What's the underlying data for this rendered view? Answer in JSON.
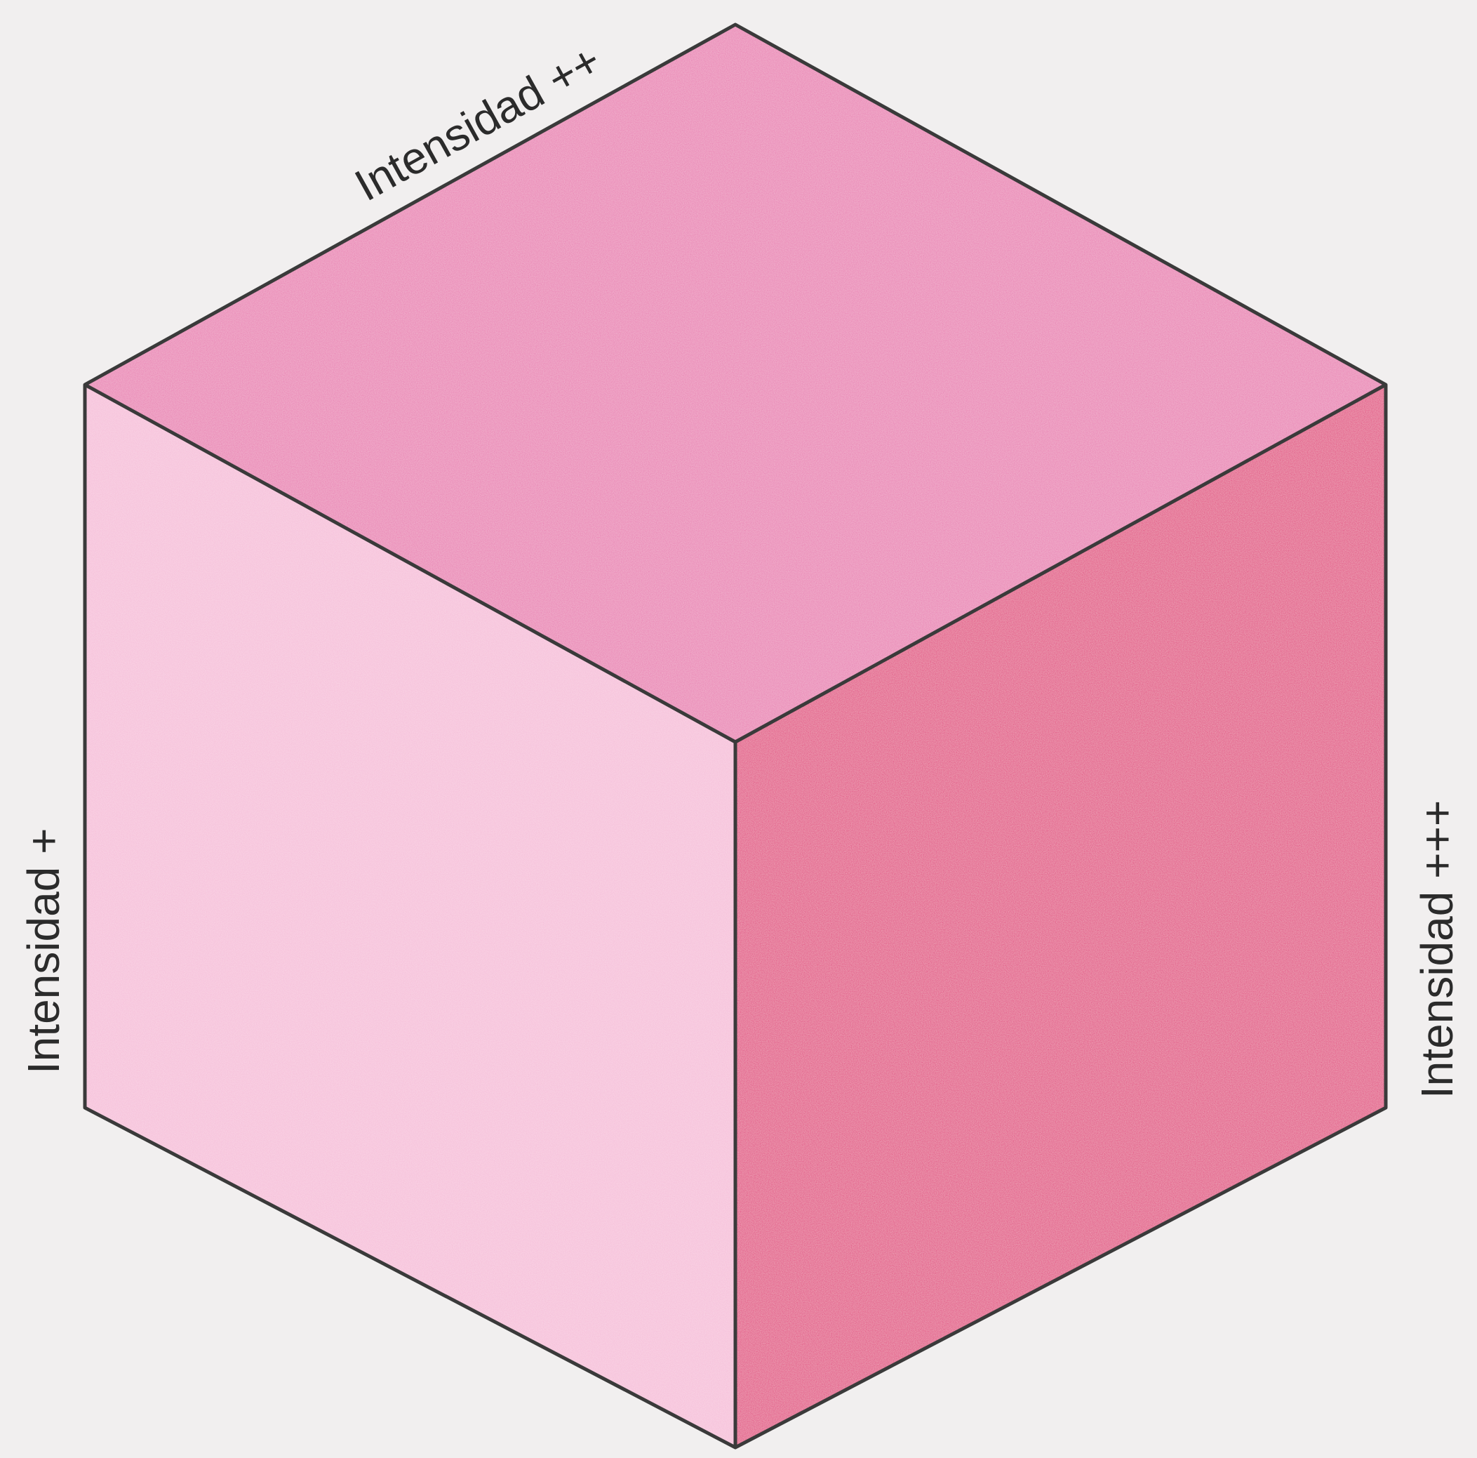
{
  "diagram": {
    "labels": {
      "top_edge": "Intensidad ++",
      "left_edge": "Intensidad +",
      "right_edge": "Intensidad +++"
    },
    "faces": {
      "top_color": "#e97bb1",
      "left_color": "#f6bcd8",
      "right_color": "#e2457f"
    },
    "background_color": "#f1efef",
    "edge_color": "#3a3a3a"
  }
}
